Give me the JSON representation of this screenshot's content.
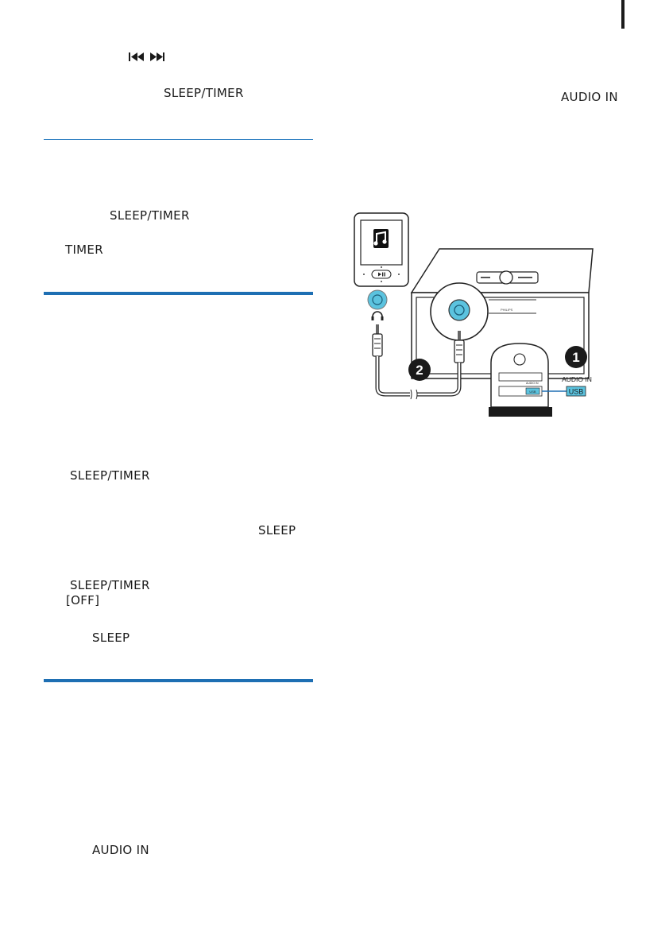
{
  "left_column": {
    "skip_icons": "⏮⏭",
    "sleep_timer_1": "SLEEP/TIMER",
    "sleep_timer_2": "SLEEP/TIMER",
    "timer": "TIMER",
    "sleep_timer_3": "SLEEP/TIMER",
    "sleep_1": "SLEEP",
    "sleep_timer_4": "SLEEP/TIMER",
    "off_option": "[OFF]",
    "sleep_2": "SLEEP",
    "audio_in": "AUDIO IN"
  },
  "right_column": {
    "audio_in": "AUDIO IN"
  },
  "illustration": {
    "step_1": "1",
    "step_2": "2",
    "port_label": "AUDIO IN",
    "usb_label": "USB",
    "panel_audio_in": "AUDIO IN",
    "panel_usb": "USB",
    "brand": "PHILIPS"
  },
  "colors": {
    "accent_blue": "#1e6fb3",
    "jack_cyan": "#5bc3df"
  }
}
